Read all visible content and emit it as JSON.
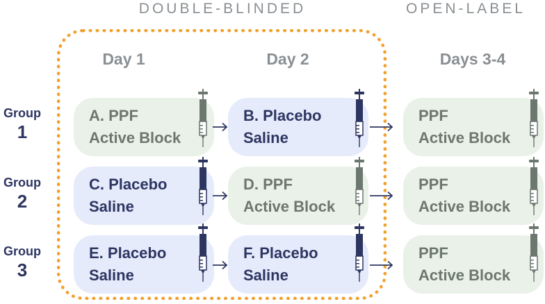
{
  "phases": {
    "double_blinded": "DOUBLE-BLINDED",
    "open_label": "OPEN-LABEL"
  },
  "days": {
    "day1": "Day 1",
    "day2": "Day 2",
    "days34": "Days 3-4"
  },
  "groups": [
    {
      "word": "Group",
      "number": "1"
    },
    {
      "word": "Group",
      "number": "2"
    },
    {
      "word": "Group",
      "number": "3"
    }
  ],
  "cells": {
    "r1c1": {
      "line1": "A. PPF",
      "line2": "Active Block"
    },
    "r1c2": {
      "line1": "B. Placebo",
      "line2": "Saline"
    },
    "r1c3": {
      "line1": "PPF",
      "line2": "Active Block"
    },
    "r2c1": {
      "line1": "C. Placebo",
      "line2": "Saline"
    },
    "r2c2": {
      "line1": "D. PPF",
      "line2": "Active Block"
    },
    "r2c3": {
      "line1": "PPF",
      "line2": "Active Block"
    },
    "r3c1": {
      "line1": "E. Placebo",
      "line2": "Saline"
    },
    "r3c2": {
      "line1": "F. Placebo",
      "line2": "Saline"
    },
    "r3c3": {
      "line1": "PPF",
      "line2": "Active Block"
    }
  },
  "colors": {
    "active_block_bg": "#e9f1e8",
    "active_block_text": "#6c7770",
    "placebo_bg": "#e5ebfb",
    "placebo_text": "#2d3561",
    "blinded_border": "#f2a02d",
    "header_text": "#8a8f93",
    "arrow": "#2d3561"
  }
}
